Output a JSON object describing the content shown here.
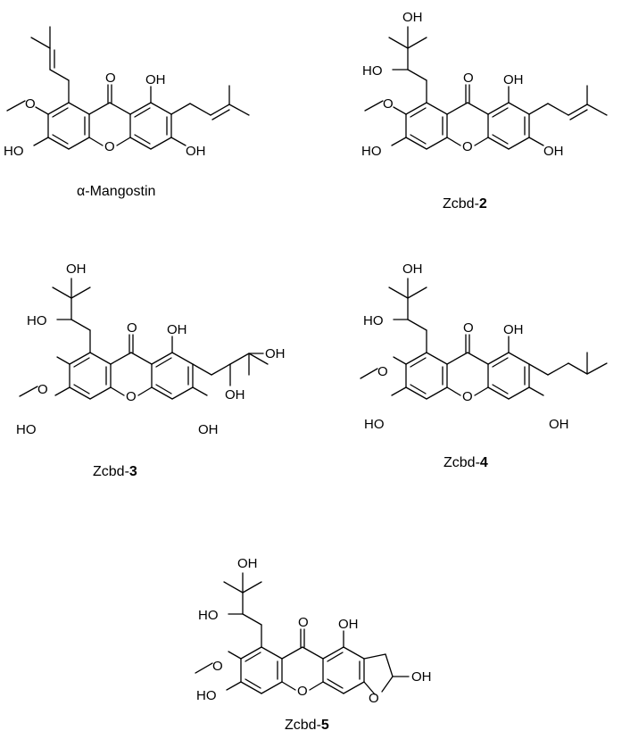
{
  "compounds": [
    {
      "name": "α-Mangostin",
      "prefix": "α-Mangostin",
      "number": ""
    },
    {
      "name": "Zcbd-2",
      "prefix": "Zcbd-",
      "number": "2"
    },
    {
      "name": "Zcbd-3",
      "prefix": "Zcbd-",
      "number": "3"
    },
    {
      "name": "Zcbd-4",
      "prefix": "Zcbd-",
      "number": "4"
    },
    {
      "name": "Zcbd-5",
      "prefix": "Zcbd-",
      "number": "5"
    }
  ],
  "atom_labels": {
    "oxygen": "O",
    "hydroxyl": "OH",
    "hydroxyl_left": "HO"
  }
}
